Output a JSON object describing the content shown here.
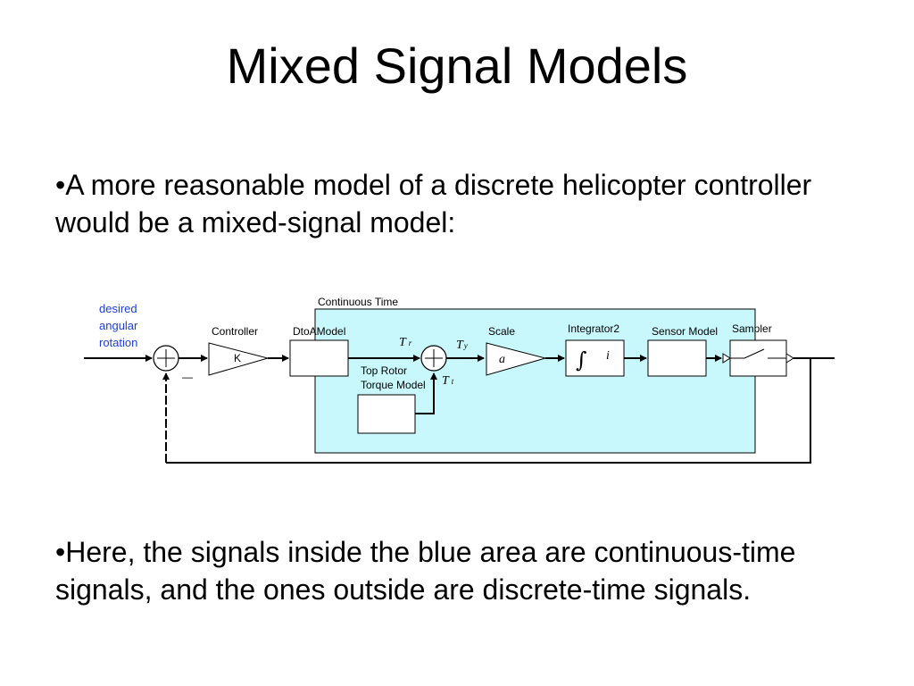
{
  "slide": {
    "title": "Mixed Signal Models",
    "bullet_1": "•A more reasonable model of a discrete helicopter controller would be a mixed-signal model:",
    "bullet_2": "•Here, the signals inside the blue area are continuous-time signals, and the ones outside are discrete-time signals."
  },
  "diagram": {
    "region_label": "Continuous Time",
    "input_label_lines": [
      "desired",
      "angular",
      "rotation"
    ],
    "blocks": {
      "controller": {
        "label": "Controller",
        "gain": "K"
      },
      "dtoa": {
        "label": "DtoAModel"
      },
      "scale": {
        "label": "Scale",
        "gain": "a"
      },
      "integrator": {
        "label": "Integrator2",
        "symbol": "∫",
        "subsymbol": "i"
      },
      "sensor": {
        "label": "Sensor Model"
      },
      "sampler": {
        "label": "Sampler"
      },
      "top_rotor": {
        "label_lines": [
          "Top Rotor",
          "Torque Model"
        ]
      }
    },
    "signals": {
      "tr": {
        "main": "T",
        "sub": "r"
      },
      "ty": {
        "main": "T",
        "sub": "y"
      },
      "tt": {
        "main": "T",
        "sub": "t"
      }
    },
    "minus_sign": "—",
    "colors": {
      "continuous_region": "#c8f8fc",
      "input_label": "#1d3fd6"
    }
  }
}
